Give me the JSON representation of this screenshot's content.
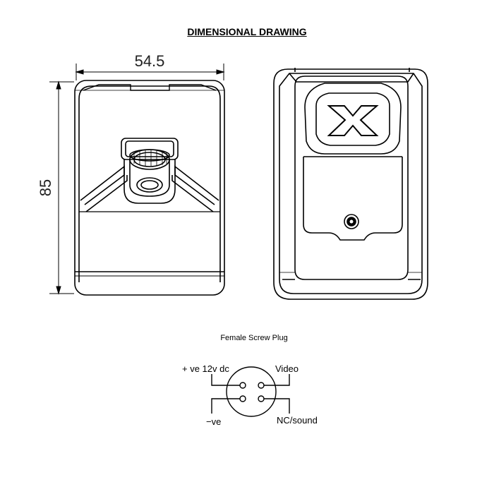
{
  "title": "DIMENSIONAL DRAWING",
  "dimensions": {
    "width": "54.5",
    "height": "85"
  },
  "connector": {
    "caption": "Female Screw Plug",
    "pins": {
      "top_left": "+ ve 12v dc",
      "top_right": "Video",
      "bottom_left": "−ve",
      "bottom_right": "NC/sound"
    }
  },
  "logo_text": "X"
}
